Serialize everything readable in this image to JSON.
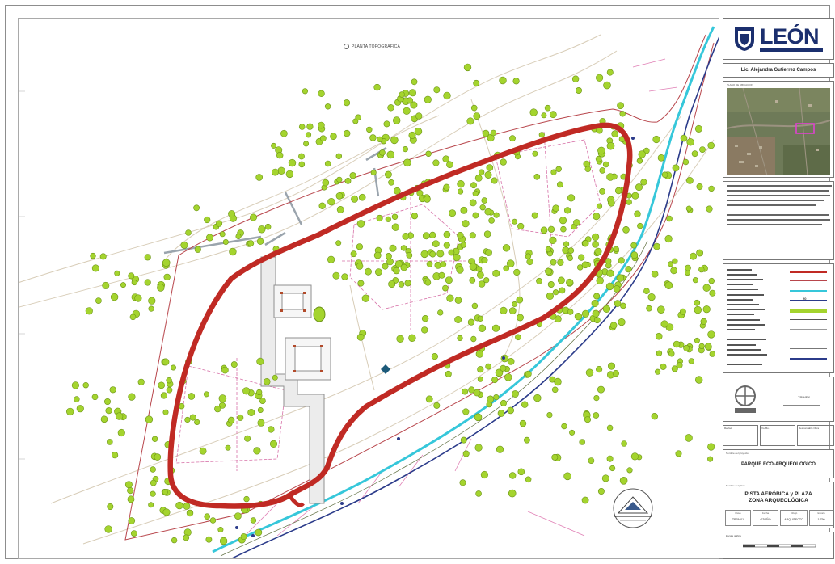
{
  "map": {
    "title": "PLANTA TOPOGRAFICA",
    "colors": {
      "path": "#c02a24",
      "boundary": "#b8464c",
      "trees": "#a4d42e",
      "tree_edge": "#6d9418",
      "water": "#36c7da",
      "road": "#2b3b8a",
      "pink_lines": "#d772a8",
      "contour": "#d2c8b6"
    },
    "icons": [
      "north-arrow-icon",
      "water-marker-icon"
    ]
  },
  "title_block": {
    "logo_text": "LEÓN",
    "official_name": "Lic. Alejandra Gutierrez Campos",
    "photo_caption": "PLANO DE UBICACION",
    "icon_name": "consultant-logo-icon",
    "icon_caption": "TRIMEX",
    "sign_labels": [
      "Revisó",
      "Vo. Bo.",
      "Responsable Obra"
    ],
    "project_label": "Nombre del proyecto",
    "project_name": "PARQUE ECO-ARQUEOLÓGICO",
    "plan_label": "Nombre del plano",
    "plan_title_1": "PISTA AERÓBICA y PLAZA",
    "plan_title_2": "ZONA ARQUEOLÓGICA",
    "meta": [
      {
        "label": "Clave",
        "value": "TPPA-01"
      },
      {
        "label": "Fecha",
        "value": "OTOÑO"
      },
      {
        "label": "Dibujó",
        "value": "ARQUITECTO"
      },
      {
        "label": "Escala",
        "value": "1:750"
      }
    ],
    "scale_label": "Escala gráfica",
    "legend_number": "20"
  }
}
